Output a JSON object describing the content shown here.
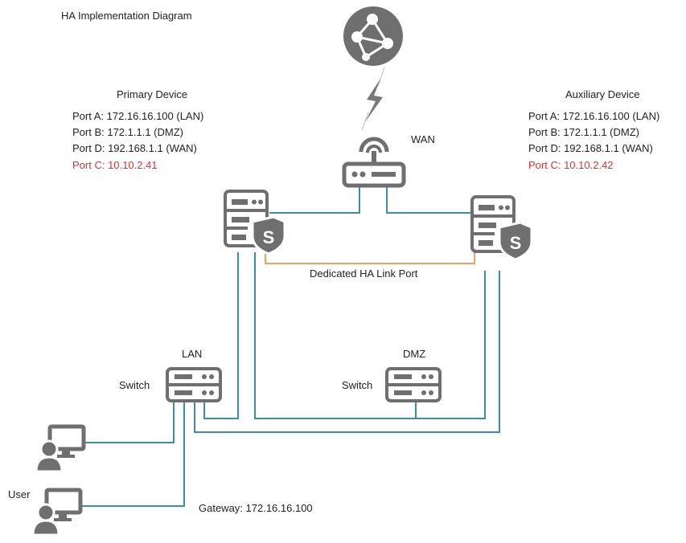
{
  "title": "HA Implementation Diagram",
  "primary": {
    "heading": "Primary Device",
    "ports": [
      "Port A: 172.16.16.100 (LAN)",
      "Port B: 172.1.1.1 (DMZ)",
      "Port D: 192.168.1.1 (WAN)"
    ],
    "ha_port": "Port C: 10.10.2.41"
  },
  "auxiliary": {
    "heading": "Auxiliary Device",
    "ports": [
      "Port A: 172.16.16.100 (LAN)",
      "Port B: 172.1.1.1 (DMZ)",
      "Port D: 192.168.1.1 (WAN)"
    ],
    "ha_port": "Port C: 10.10.2.42"
  },
  "wan_label": "WAN",
  "ha_link_label": "Dedicated HA Link Port",
  "lan": {
    "label": "LAN",
    "switch_label": "Switch"
  },
  "dmz": {
    "label": "DMZ",
    "switch_label": "Switch"
  },
  "user_label": "User",
  "gateway_label": "Gateway: 172.16.16.100",
  "colors": {
    "icon": "#6f6f6f",
    "link": "#3a8ea6",
    "ha_link": "#f0a060",
    "highlight": "#e0302b"
  },
  "icons": [
    "globe-icon",
    "lightning-icon",
    "router-icon",
    "firewall-icon",
    "switch-icon",
    "user-computer-icon"
  ]
}
